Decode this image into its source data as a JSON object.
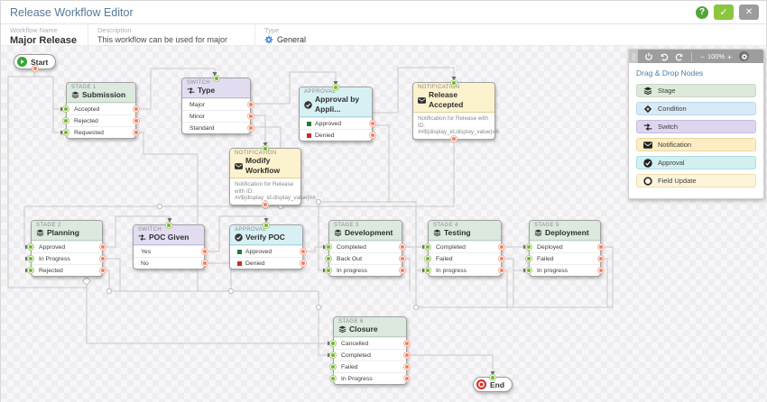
{
  "header": {
    "title": "Release Workflow Editor",
    "help_glyph": "?",
    "confirm_glyph": "✓",
    "close_glyph": "✕"
  },
  "workflow_bar": {
    "name_label": "Workflow Name",
    "name_value": "Major Release",
    "description_label": "Description",
    "description_value": "This workflow can be used for major releases.",
    "type_label": "Type",
    "type_value": "General",
    "type_icon": "gear-icon"
  },
  "canvas_toolbar": {
    "icons": [
      "power-icon",
      "undo-icon",
      "redo-icon",
      "settings-gear-icon"
    ],
    "minus_glyph": "−",
    "plus_glyph": "+",
    "zoom_level": "100%"
  },
  "panel": {
    "title": "Drag & Drop Nodes",
    "items": [
      {
        "label": "Stage",
        "icon": "stage-icon",
        "color": "#dcead9"
      },
      {
        "label": "Condition",
        "icon": "condition-icon",
        "color": "#d8eaf6"
      },
      {
        "label": "Switch",
        "icon": "switch-icon",
        "color": "#ddd6ef"
      },
      {
        "label": "Notification",
        "icon": "notification-icon",
        "color": "#fcedc4"
      },
      {
        "label": "Approval",
        "icon": "approval-icon",
        "color": "#d3f0f1"
      },
      {
        "label": "Field Update",
        "icon": "field-update-icon",
        "color": "#fdf4da"
      }
    ]
  },
  "nodes": {
    "start": {
      "label": "Start",
      "icon": "play-icon"
    },
    "end": {
      "label": "End",
      "icon": "stop-icon"
    },
    "stage1": {
      "kind": "Stage 1",
      "name": "Submission",
      "rows": [
        "Accepted",
        "Rejected",
        "Requested"
      ]
    },
    "switch_type": {
      "kind": "Switch",
      "name": "Type",
      "rows": [
        "Major",
        "Minor",
        "Standard"
      ]
    },
    "approval_appli": {
      "kind": "Approval",
      "name": "Approval by Appli...",
      "rows": [
        "Approved",
        "Denied"
      ]
    },
    "notif_accepted": {
      "kind": "Notification",
      "name": "Release Accepted",
      "body": "Notification for Release with ID: ##${display_id.display_value}##."
    },
    "notif_modify": {
      "kind": "Notification",
      "name": "Modify Workflow",
      "body": "Notification for Release with ID: ##${display_id.display_value}##."
    },
    "stage2": {
      "kind": "Stage 2",
      "name": "Planning",
      "rows": [
        "Approved",
        "In Progress",
        "Rejected"
      ]
    },
    "switch_poc": {
      "kind": "Switch",
      "name": "POC Given",
      "rows": [
        "Yes",
        "No"
      ]
    },
    "approval_poc": {
      "kind": "Approval",
      "name": "Verify POC",
      "rows": [
        "Approved",
        "Denied"
      ]
    },
    "stage3": {
      "kind": "Stage 3",
      "name": "Development",
      "rows": [
        "Completed",
        "Back Out",
        "In progress"
      ]
    },
    "stage4": {
      "kind": "Stage 4",
      "name": "Testing",
      "rows": [
        "Completed",
        "Failed",
        "In progress"
      ]
    },
    "stage5": {
      "kind": "Stage 5",
      "name": "Deployment",
      "rows": [
        "Deployed",
        "Failed",
        "In progress"
      ]
    },
    "stage6": {
      "kind": "Stage 6",
      "name": "Closure",
      "rows": [
        "Cancelled",
        "Completed",
        "Failed",
        "In Progress"
      ]
    }
  },
  "colors": {
    "accent_green": "#8cc63e",
    "accent_gray": "#9c9c9c",
    "stage_header": "#dbe9df",
    "switch_header": "#e3ddf2",
    "approval_header": "#d7f0f4",
    "notification_header": "#fcf2cd",
    "port_in": "#75b431",
    "port_out": "#ed8063",
    "approved_square": "#1c7d36",
    "denied_square": "#cd2a27"
  }
}
